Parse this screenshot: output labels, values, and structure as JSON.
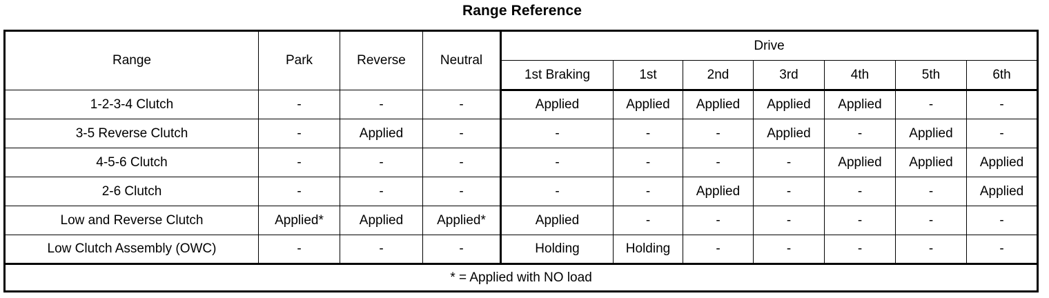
{
  "title": "Range Reference",
  "table": {
    "group_header": {
      "range_label": "Range",
      "park_label": "Park",
      "reverse_label": "Reverse",
      "neutral_label": "Neutral",
      "drive_label": "Drive"
    },
    "columns": [
      "Range",
      "Park",
      "Reverse",
      "Neutral",
      "1st Braking",
      "1st",
      "2nd",
      "3rd",
      "4th",
      "5th",
      "6th"
    ],
    "drive_subcolumns": [
      "1st Braking",
      "1st",
      "2nd",
      "3rd",
      "4th",
      "5th",
      "6th"
    ],
    "rows": [
      {
        "label": "1-2-3-4 Clutch",
        "cells": [
          "-",
          "-",
          "-",
          "Applied",
          "Applied",
          "Applied",
          "Applied",
          "Applied",
          "-",
          "-"
        ]
      },
      {
        "label": "3-5 Reverse Clutch",
        "cells": [
          "-",
          "Applied",
          "-",
          "-",
          "-",
          "-",
          "Applied",
          "-",
          "Applied",
          "-"
        ]
      },
      {
        "label": "4-5-6 Clutch",
        "cells": [
          "-",
          "-",
          "-",
          "-",
          "-",
          "-",
          "-",
          "Applied",
          "Applied",
          "Applied"
        ]
      },
      {
        "label": "2-6 Clutch",
        "cells": [
          "-",
          "-",
          "-",
          "-",
          "-",
          "Applied",
          "-",
          "-",
          "-",
          "Applied"
        ]
      },
      {
        "label": "Low and Reverse Clutch",
        "cells": [
          "Applied*",
          "Applied",
          "Applied*",
          "Applied",
          "-",
          "-",
          "-",
          "-",
          "-",
          "-"
        ]
      },
      {
        "label": "Low Clutch Assembly (OWC)",
        "cells": [
          "-",
          "-",
          "-",
          "Holding",
          "Holding",
          "-",
          "-",
          "-",
          "-",
          "-"
        ]
      }
    ],
    "footnote": "* = Applied with NO load"
  },
  "colors": {
    "border": "#000000",
    "text": "#000000",
    "background": "#ffffff"
  }
}
